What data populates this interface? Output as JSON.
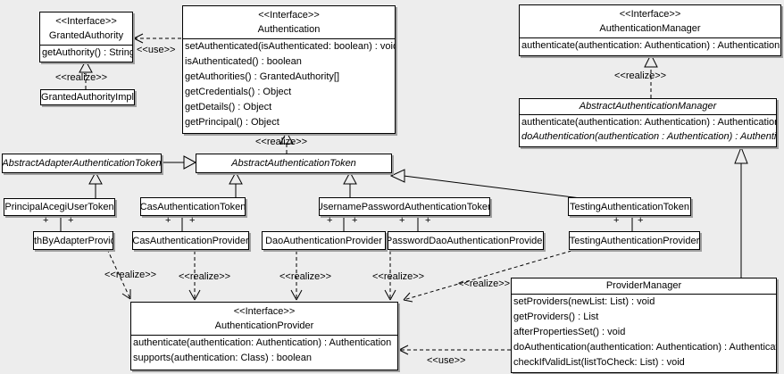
{
  "labels": {
    "use": "<<use>>",
    "realize": "<<realize>>",
    "plus": "+"
  },
  "classes": {
    "granted_authority": {
      "stereotype": "<<Interface>>",
      "name": "GrantedAuthority",
      "methods": [
        "getAuthority() : String"
      ]
    },
    "granted_authority_impl": {
      "name": "GrantedAuthorityImpl"
    },
    "authentication": {
      "stereotype": "<<Interface>>",
      "name": "Authentication",
      "methods": [
        "setAuthenticated(isAuthenticated: boolean) : void",
        "isAuthenticated() : boolean",
        "getAuthorities() : GrantedAuthority[]",
        "getCredentials() : Object",
        "getDetails() : Object",
        "getPrincipal() : Object"
      ]
    },
    "authentication_manager": {
      "stereotype": "<<Interface>>",
      "name": "AuthenticationManager",
      "methods": [
        "authenticate(authentication: Authentication) : Authentication"
      ]
    },
    "abstract_authentication_manager": {
      "name": "AbstractAuthenticationManager",
      "methods": [
        "authenticate(authentication: Authentication) : Authentication",
        "doAuthentication(authentication : Authentication) : Authentication"
      ]
    },
    "abstract_adapter_authentication_token": {
      "name": "AbstractAdapterAuthenticationToken"
    },
    "abstract_authentication_token": {
      "name": "AbstractAuthenticationToken"
    },
    "principal_acegi_user_token": {
      "name": "PrincipalAcegiUserToken"
    },
    "cas_authentication_token": {
      "name": "CasAuthenticationToken"
    },
    "username_password_authentication_token": {
      "name": "UsernamePasswordAuthenticationToken"
    },
    "testing_authentication_token": {
      "name": "TestingAuthenticationToken"
    },
    "auth_by_adapter_provider": {
      "name": "AuthByAdapterProvider"
    },
    "cas_authentication_provider": {
      "name": "CasAuthenticationProvider"
    },
    "dao_authentication_provider": {
      "name": "DaoAuthenticationProvider"
    },
    "password_dao_authentication_provider": {
      "name": "PasswordDaoAuthenticationProvider"
    },
    "testing_authentication_provider": {
      "name": "TestingAuthenticationProvider"
    },
    "authentication_provider": {
      "stereotype": "<<Interface>>",
      "name": "AuthenticationProvider",
      "methods": [
        "authenticate(authentication: Authentication) : Authentication",
        "supports(authentication: Class) : boolean"
      ]
    },
    "provider_manager": {
      "name": "ProviderManager",
      "methods": [
        "setProviders(newList: List) : void",
        "getProviders() : List",
        "afterPropertiesSet() : void",
        "doAuthentication(authentication: Authentication) : Authentication",
        "checkIfValidList(listToCheck: List) : void"
      ]
    }
  },
  "colors": {
    "background": "#ededed",
    "box_fill": "#ffffff",
    "box_border": "#000000",
    "shadow": "#a0a0a0"
  }
}
